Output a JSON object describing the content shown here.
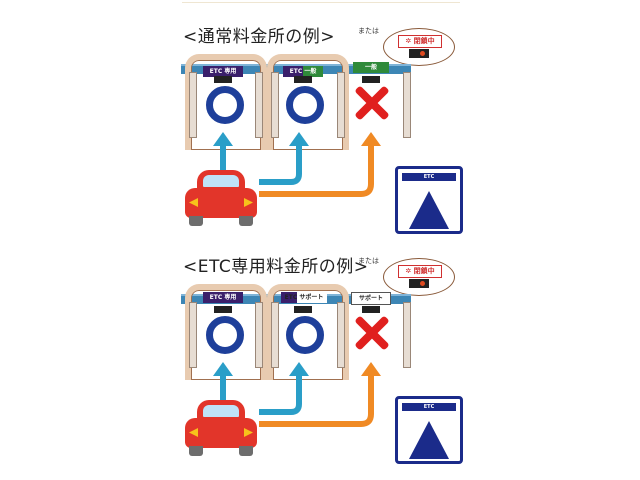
{
  "panels": [
    {
      "title": "<通常料金所の例>",
      "or_label": "または",
      "closed_sign": "閉鎖中",
      "booths": [
        {
          "sign": "ETC 専用",
          "sign_color": "purple",
          "result": "ok"
        },
        {
          "sign": "ETC 一般",
          "sign_color": "purple-green",
          "result": "ok"
        },
        {
          "sign": "一般",
          "sign_color": "green",
          "result": "ng"
        }
      ],
      "etc_logo_label": "ETC"
    },
    {
      "title": "<ETC専用料金所の例>",
      "or_label": "または",
      "closed_sign": "閉鎖中",
      "booths": [
        {
          "sign": "ETC 専用",
          "sign_color": "purple",
          "result": "ok"
        },
        {
          "sign": "ETC サポート",
          "sign_color": "purple-white",
          "result": "ok"
        },
        {
          "sign": "サポート",
          "sign_color": "white",
          "result": "ng"
        }
      ],
      "etc_logo_label": "ETC"
    }
  ],
  "colors": {
    "ok": "#1e3f9a",
    "ng": "#e0201e",
    "arrow_ok": "#2a9ec8",
    "arrow_ng": "#f08a24",
    "car": "#e2352a",
    "etc_logo": "#1b2b8a"
  }
}
